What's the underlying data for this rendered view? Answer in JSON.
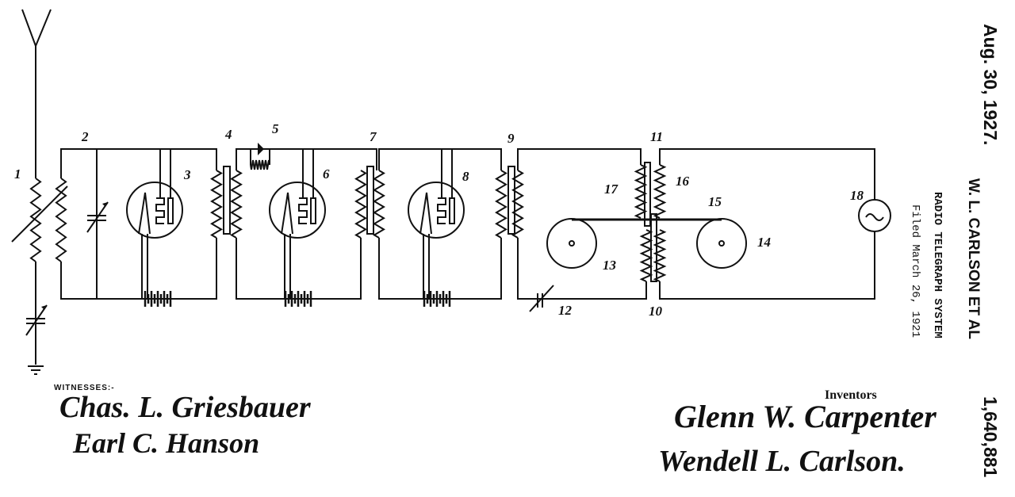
{
  "header": {
    "date": "Aug. 30, 1927.",
    "inventor": "W. L. CARLSON ET AL",
    "title": "RADIO TELEGRAPH SYSTEM",
    "filed": "Filed March 26, 1921",
    "patent_number": "1,640,881"
  },
  "diagram": {
    "labels": [
      "1",
      "2",
      "3",
      "4",
      "5",
      "6",
      "7",
      "8",
      "9",
      "11",
      "17",
      "16",
      "15",
      "18",
      "13",
      "14",
      "12",
      "10"
    ]
  },
  "witnesses": {
    "label": "WITNESSES:-",
    "names": [
      "Chas. L. Griesbauer",
      "Earl C. Hanson"
    ]
  },
  "inventors": {
    "label": "Inventors",
    "names": [
      "Glenn W. Carpenter",
      "Wendell L. Carlson."
    ]
  }
}
